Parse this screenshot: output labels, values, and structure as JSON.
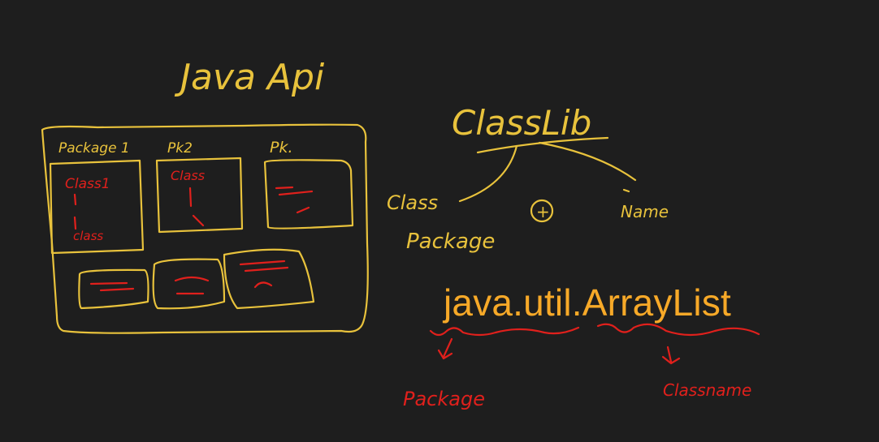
{
  "colors": {
    "background": "#1e1e1e",
    "pen_yellow": "#e8c23c",
    "pen_red": "#e0201c",
    "typed_text": "#f7a928"
  },
  "handwriting": {
    "title": "Java Api",
    "box_labels": [
      "Package 1",
      "Pk2",
      "Pk."
    ],
    "box1_inner_top": "Class1",
    "box1_inner_bottom": "class",
    "box2_inner": "Class",
    "classlib": "ClassLib",
    "class_word": "Class",
    "package_word": "Package",
    "name_word": "Name",
    "plus_symbol": "+",
    "package_note": "Package",
    "classname_note": "Classname"
  },
  "typed": {
    "fqcn": "java.util.ArrayList"
  }
}
